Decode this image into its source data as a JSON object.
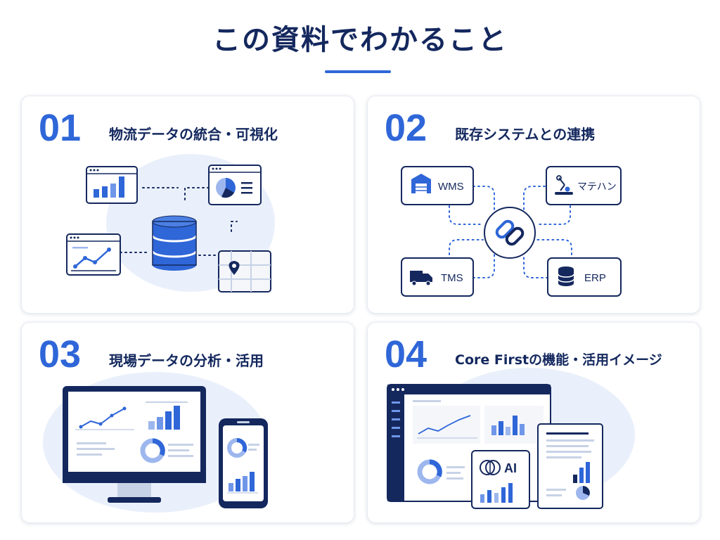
{
  "title": "この資料でわかること",
  "cards": [
    {
      "num": "01",
      "title": "物流データの統合・可視化"
    },
    {
      "num": "02",
      "title": "既存システムとの連携",
      "nodes": [
        "WMS",
        "マテハン",
        "TMS",
        "ERP"
      ]
    },
    {
      "num": "03",
      "title": "現場データの分析・活用"
    },
    {
      "num": "04",
      "title": "Core Firstの機能・活用イメージ",
      "ai_label": "AI"
    }
  ],
  "colors": {
    "accent": "#2f66d8",
    "navy": "#14285e",
    "light": "#eaf0fb"
  }
}
